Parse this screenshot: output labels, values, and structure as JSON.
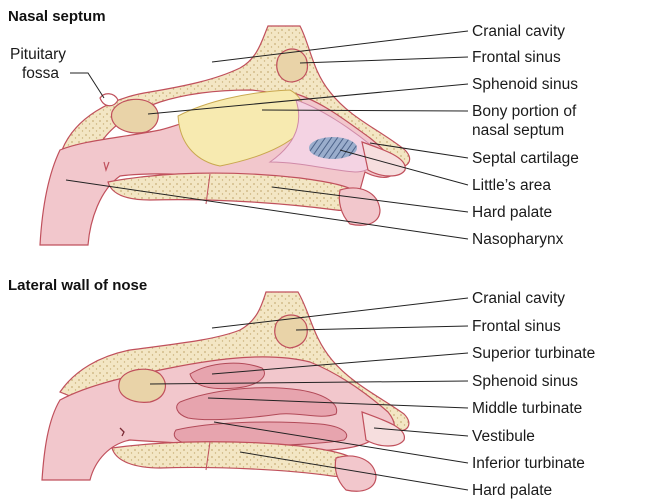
{
  "panels": [
    {
      "title": "Nasal septum",
      "left_labels": [
        "Pituitary",
        "fossa"
      ],
      "right_labels": [
        "Cranial cavity",
        "Frontal sinus",
        "Sphenoid sinus",
        "Bony portion of",
        "nasal septum",
        "Septal cartilage",
        "Little’s area",
        "Hard palate",
        "Nasopharynx"
      ]
    },
    {
      "title": "Lateral wall of nose",
      "right_labels": [
        "Cranial cavity",
        "Frontal sinus",
        "Superior turbinate",
        "Sphenoid sinus",
        "Middle turbinate",
        "Vestibule",
        "Inferior turbinate",
        "Hard palate"
      ]
    }
  ],
  "colors": {
    "bone": "#f3e6c4",
    "bone_dots": "#c9b07a",
    "tissue": "#f2c7cc",
    "tissue_outline": "#c0505c",
    "bony_septum": "#f7eab0",
    "cartilage": "#f4d3e3",
    "littles_area": "#6f8fb8",
    "sinus": "#e9d3a8",
    "turbinate": "#e7a4ae"
  }
}
